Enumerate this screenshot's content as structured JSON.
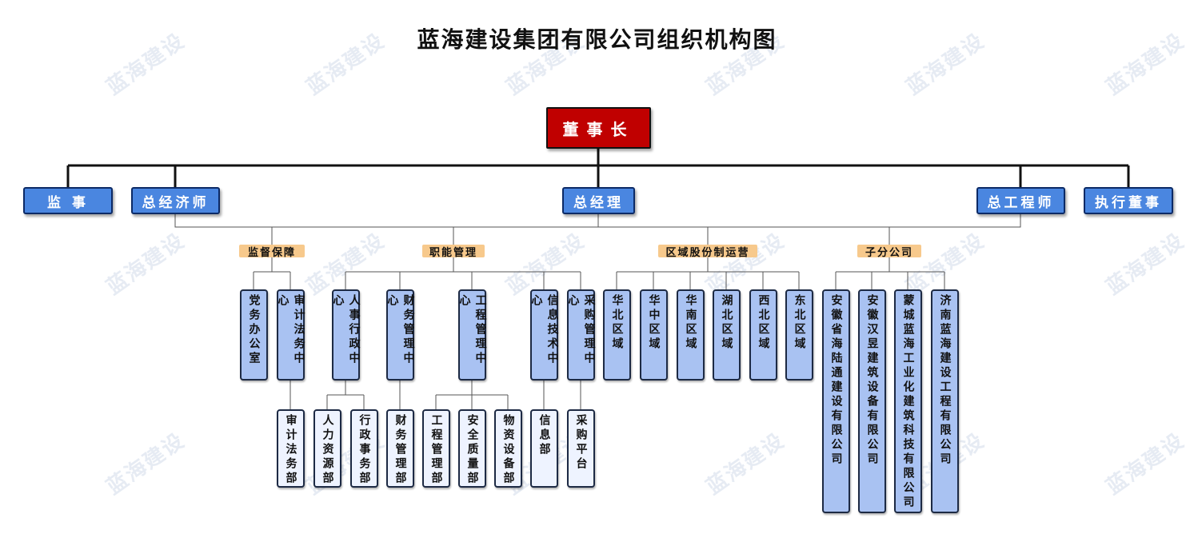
{
  "watermark": "蓝海建设",
  "title": "蓝海建设集团有限公司组织机构图",
  "chairman": "董事长",
  "executives": {
    "supervisor": "监 事",
    "chief_economist": "总经济师",
    "general_manager": "总经理",
    "chief_engineer": "总工程师",
    "executive_director": "执行董事"
  },
  "categories": {
    "supervision": "监督保障",
    "functional": "职能管理",
    "regional": "区域股份制运营",
    "subsidiaries": "子分公司"
  },
  "departments": {
    "party_office": "党务办公室",
    "audit_legal_center": "审计法务中心",
    "hr_admin_center": "人事行政中心",
    "finance_center": "财务管理中心",
    "engineering_center": "工程管理中心",
    "it_center": "信息技术中心",
    "procurement_center": "采购管理中心",
    "north_china": "华北区域",
    "central_china": "华中区域",
    "south_china": "华南区域",
    "hubei": "湖北区域",
    "northwest": "西北区域",
    "northeast": "东北区域",
    "sub_luotong": "安徽省海陆通建设有限公司",
    "sub_hanyu": "安徽汉昱建筑设备有限公司",
    "sub_mengcheng": "蒙城蓝海工业化建筑科技有限公司",
    "sub_jinan": "济南蓝海建设工程有限公司"
  },
  "sub_units": {
    "audit_legal_dept": "审计法务部",
    "hr_dept": "人力资源部",
    "admin_dept": "行政事务部",
    "finance_dept": "财务管理部",
    "engineering_dept": "工程管理部",
    "safety_quality_dept": "安全质量部",
    "materials_dept": "物资设备部",
    "info_dept": "信息部",
    "procurement_platform": "采购平台"
  },
  "colors": {
    "chairman": "#c00000",
    "executive": "#4a86e0",
    "category": "#f7c98c",
    "department": "#a9c2f2",
    "sub_unit": "#eef3ff"
  }
}
